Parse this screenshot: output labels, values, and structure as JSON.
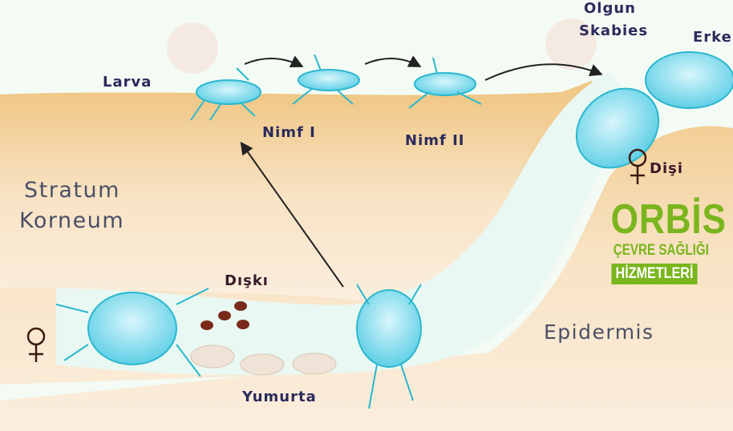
{
  "labels": {
    "larva": "Larva",
    "nimf1": "Nimf I",
    "nimf2": "Nimf II",
    "olgun": "Olgun",
    "skabies": "Skabies",
    "erkek": "Erke",
    "disi": "Dişi",
    "stratum": "Stratum",
    "korneum": "Korneum",
    "diski": "Dışkı",
    "yumurta": "Yumurta",
    "epidermis": "Epidermis"
  },
  "logo": {
    "name": "ORBİS",
    "subtitle": "ÇEVRE SAĞLIĞI",
    "badge": "HİZMETLERİ"
  },
  "colors": {
    "skin": "#f2c98a",
    "mite": "#6fd6ea",
    "text": "#2b2b5c",
    "brand": "#7ab51d"
  }
}
